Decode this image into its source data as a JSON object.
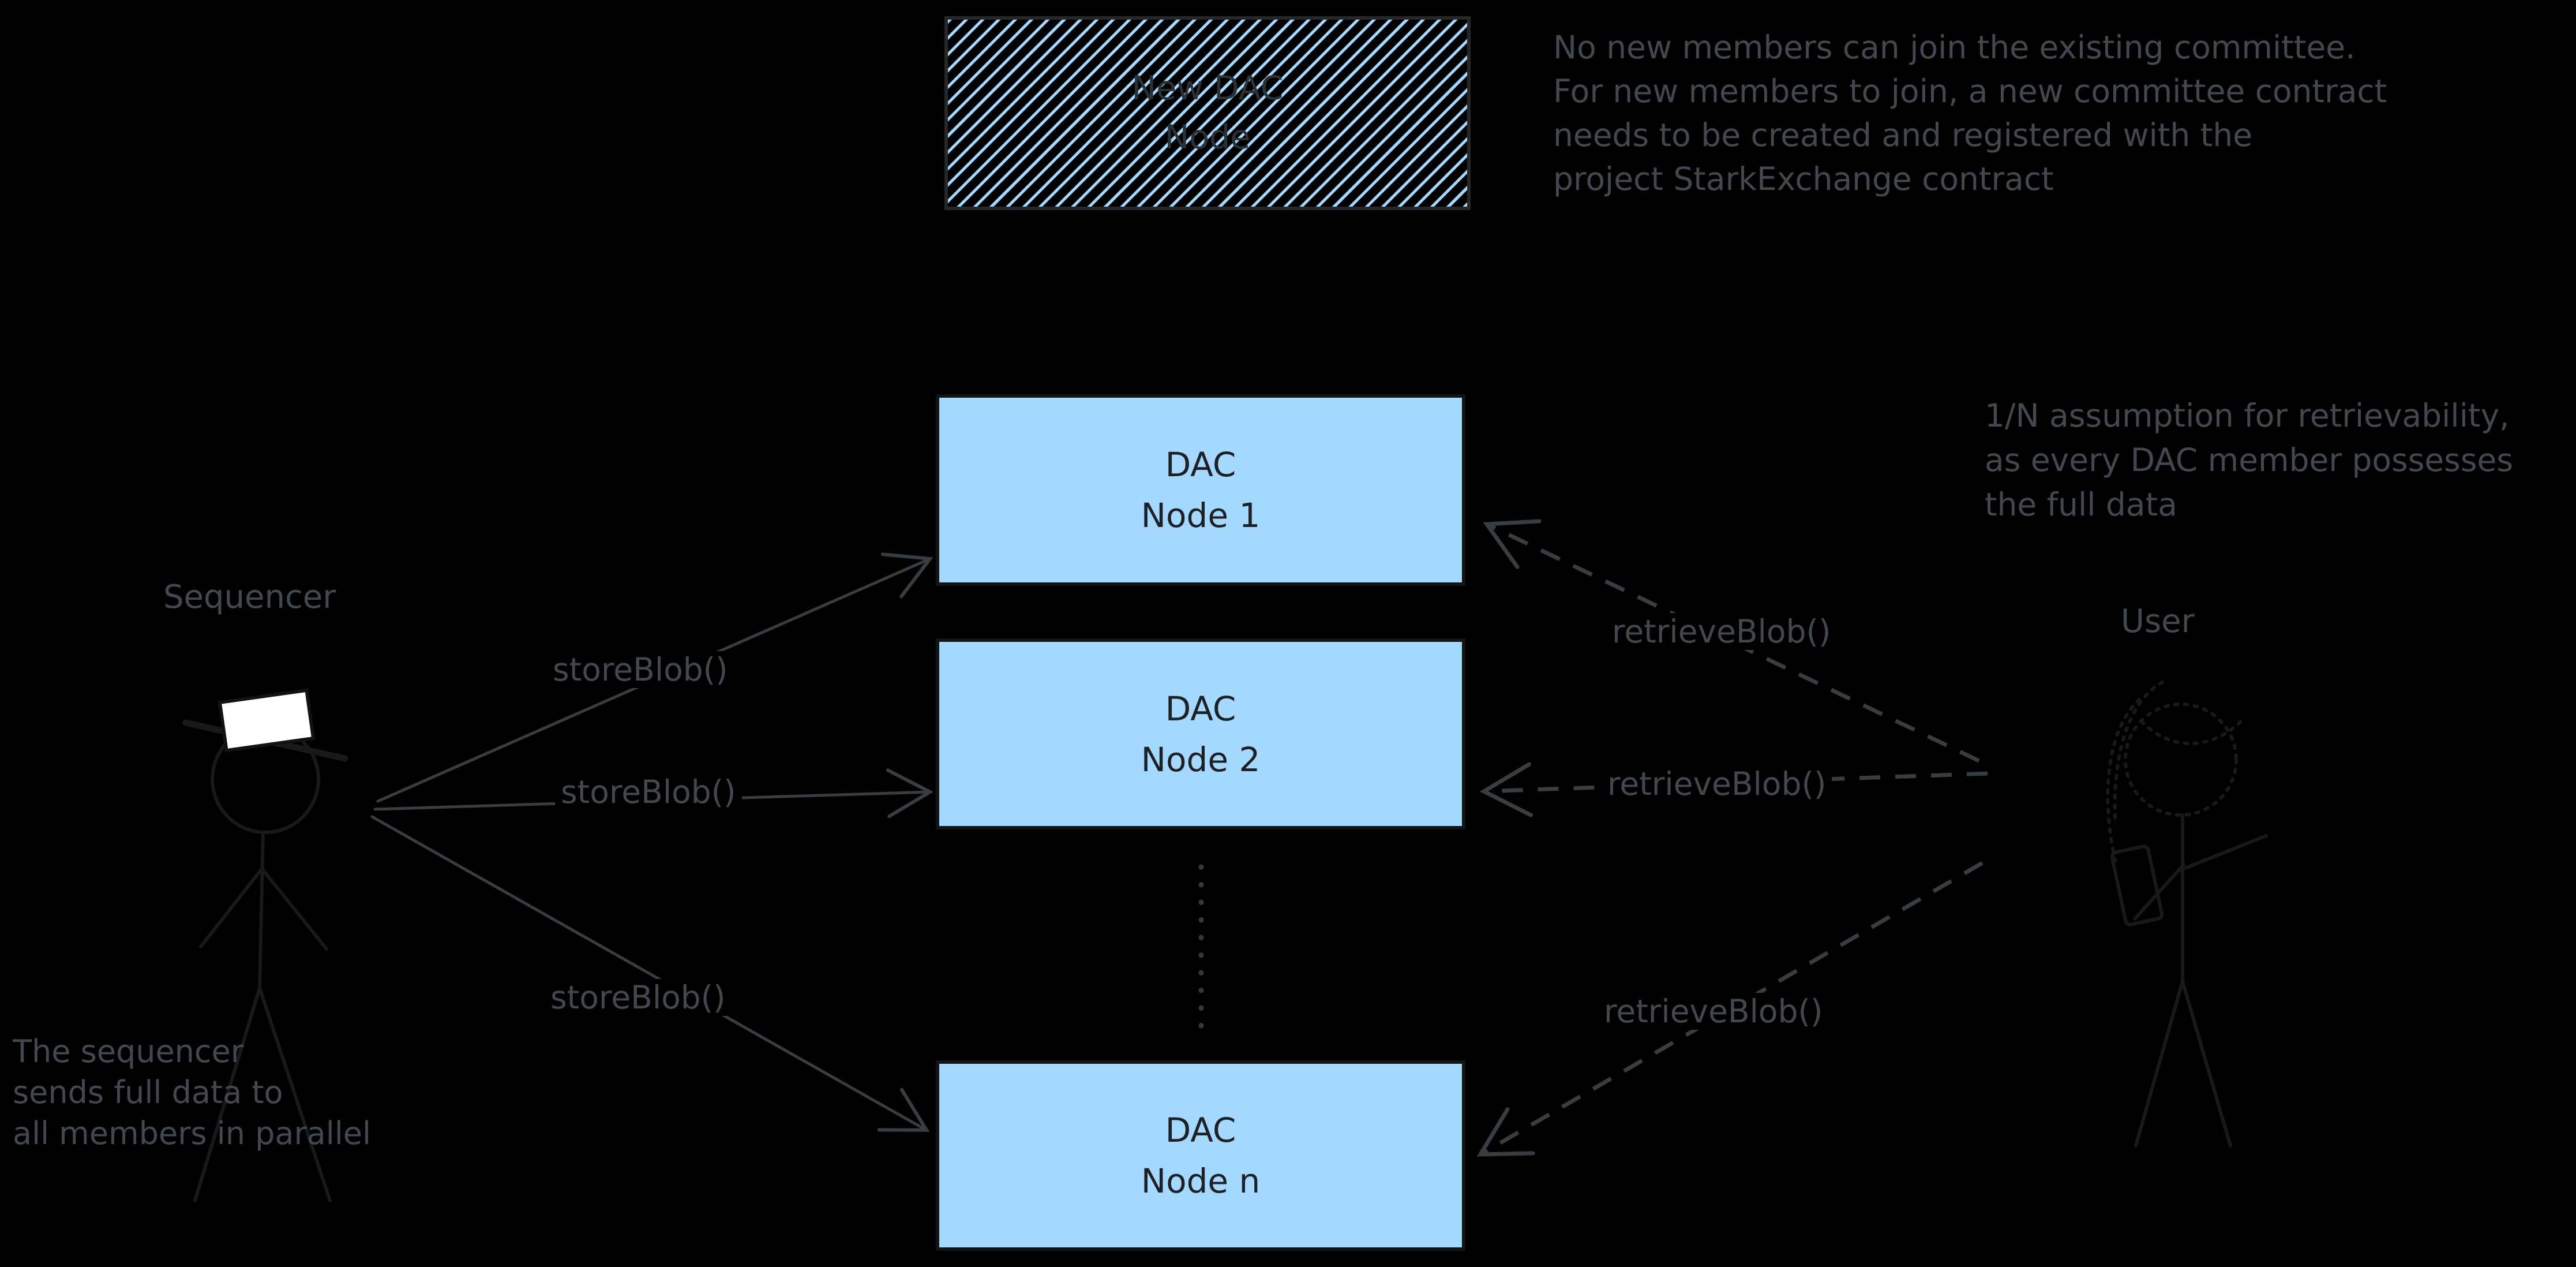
{
  "canvas": {
    "background": "#000000"
  },
  "colors": {
    "node_fill": "#a5d8ff",
    "node_text": "#1d2125",
    "annotation_gray": "#43484e",
    "arrow_gray": "#383d42",
    "faint_figure": "#17191b",
    "hat_white": "#ffffff"
  },
  "hatched_box": {
    "line1": "New DAC",
    "line2": "Node"
  },
  "nodes": [
    {
      "line1": "DAC",
      "line2": "Node 1"
    },
    {
      "line1": "DAC",
      "line2": "Node 2"
    },
    {
      "line1": "DAC",
      "line2": "Node n"
    }
  ],
  "actors": {
    "sequencer": "Sequencer",
    "user": "User"
  },
  "calls": {
    "store": "storeBlob()",
    "retrieve": "retrieveBlob()"
  },
  "notes": {
    "top_right": [
      "No new members can join the existing committee.",
      "For new members to join, a new committee contract",
      "needs to be created and registered with the",
      "project StarkExchange contract"
    ],
    "right": [
      "1/N assumption for retrievability,",
      "as every DAC member possesses",
      "the full data"
    ],
    "bottom_left": [
      "The sequencer",
      "sends full data to",
      "all members in parallel"
    ]
  }
}
